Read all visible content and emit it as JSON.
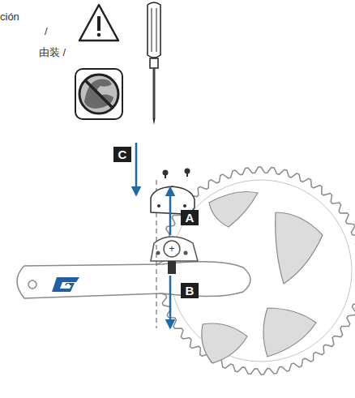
{
  "diagram": {
    "labels": [
      "ción",
      "/",
      "由装 /",
      "A",
      "B",
      "C"
    ]
  }
}
